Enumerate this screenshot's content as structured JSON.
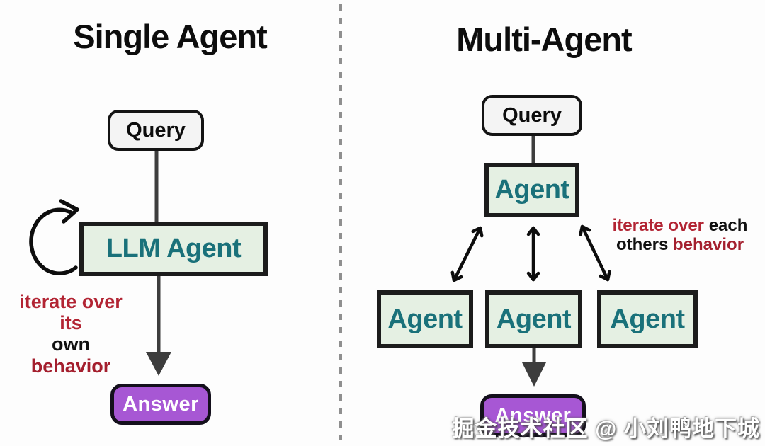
{
  "left": {
    "title": "Single Agent",
    "query_label": "Query",
    "agent_label": "LLM Agent",
    "answer_label": "Answer",
    "caption": {
      "red1": "iterate over its",
      "black": "own",
      "red2": "behavior"
    }
  },
  "right": {
    "title": "Multi-Agent",
    "query_label": "Query",
    "coordinator_label": "Agent",
    "workers": [
      "Agent",
      "Agent",
      "Agent"
    ],
    "answer_label": "Answer",
    "caption": {
      "red1": "iterate over",
      "black1": "each",
      "black2": "others",
      "red2": "behavior"
    }
  },
  "watermark": "掘金技术社区 @ 小刘鸭地下城",
  "colors": {
    "background": "#fdfdfd",
    "teal_text": "#1a717a",
    "agent_box_fill": "#e5f0e3",
    "box_border": "#1c1c1c",
    "query_fill": "#f4f4f4",
    "answer_purple": "#a757d4",
    "caption_red": "#b22433",
    "caption_dark_red": "#a41f2e",
    "connector_gray": "#3d3d3d",
    "arrow_black": "#0d0d0d",
    "divider_gray": "#8f8f8f"
  }
}
